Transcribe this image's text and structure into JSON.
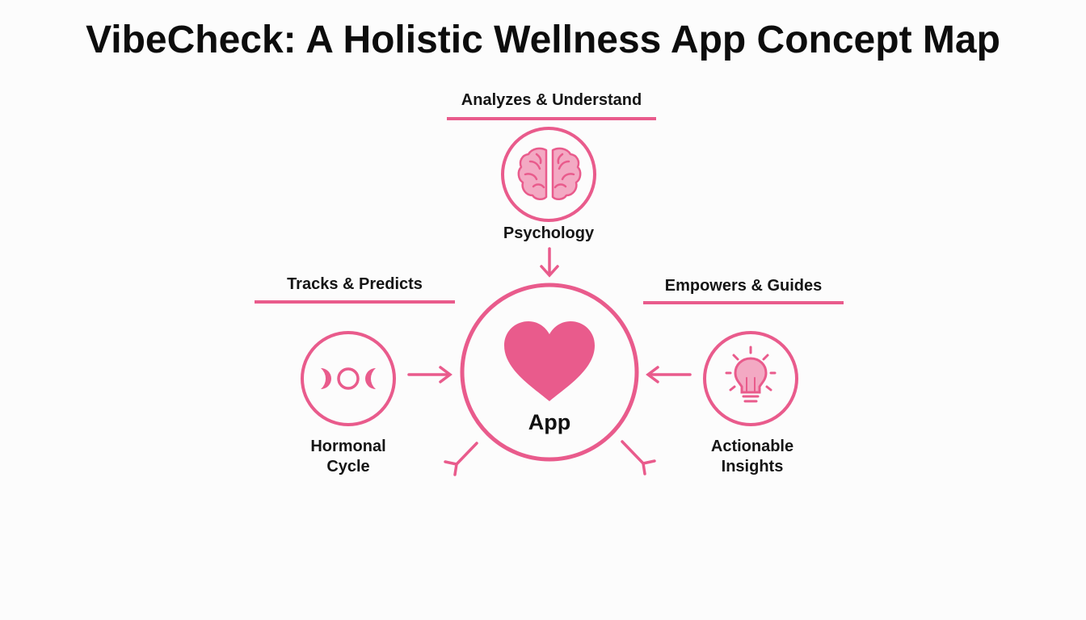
{
  "title": "VibeCheck: A Holistic Wellness App Concept Map",
  "accent_color": "#e95b8c",
  "center_node": {
    "label": "App",
    "icon": "heart-icon"
  },
  "nodes": [
    {
      "id": "psychology",
      "label": "Psychology",
      "icon": "brain-icon",
      "relation": "Analyzes & Understand"
    },
    {
      "id": "hormonal-cycle",
      "label_line1": "Hormonal",
      "label_line2": "Cycle",
      "icon": "moon-phases-icon",
      "relation": "Tracks & Predicts"
    },
    {
      "id": "actionable-insights",
      "label_line1": "Actionable",
      "label_line2": "Insights",
      "icon": "lightbulb-icon",
      "relation": "Empowers & Guides"
    }
  ]
}
